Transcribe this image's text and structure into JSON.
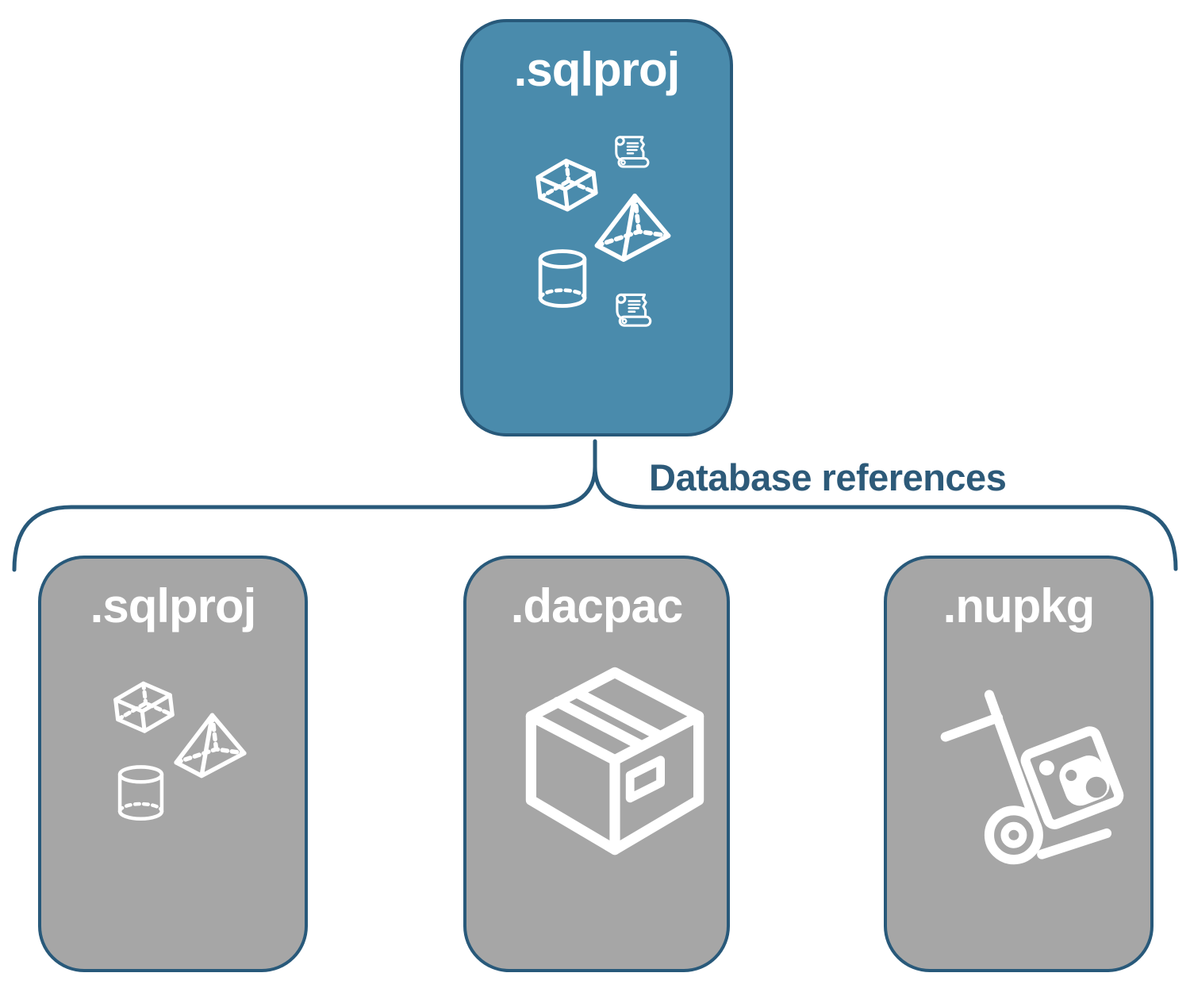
{
  "diagram": {
    "root": {
      "label": ".sqlproj",
      "icons": [
        "cube-icon",
        "scroll-icon",
        "pyramid-icon",
        "cylinder-icon",
        "scroll-icon"
      ]
    },
    "connector": {
      "label": "Database references"
    },
    "children": [
      {
        "label": ".sqlproj",
        "icons": [
          "cube-icon",
          "pyramid-icon",
          "cylinder-icon"
        ]
      },
      {
        "label": ".dacpac",
        "icons": [
          "package-icon"
        ]
      },
      {
        "label": ".nupkg",
        "icons": [
          "handtruck-icon"
        ]
      }
    ],
    "colors": {
      "root_fill": "#4a8bac",
      "child_fill": "#a6a6a6",
      "outline": "#28597a",
      "connector_label_text": "#2d5a79",
      "icon_stroke": "#ffffff",
      "background": "#ffffff"
    }
  }
}
